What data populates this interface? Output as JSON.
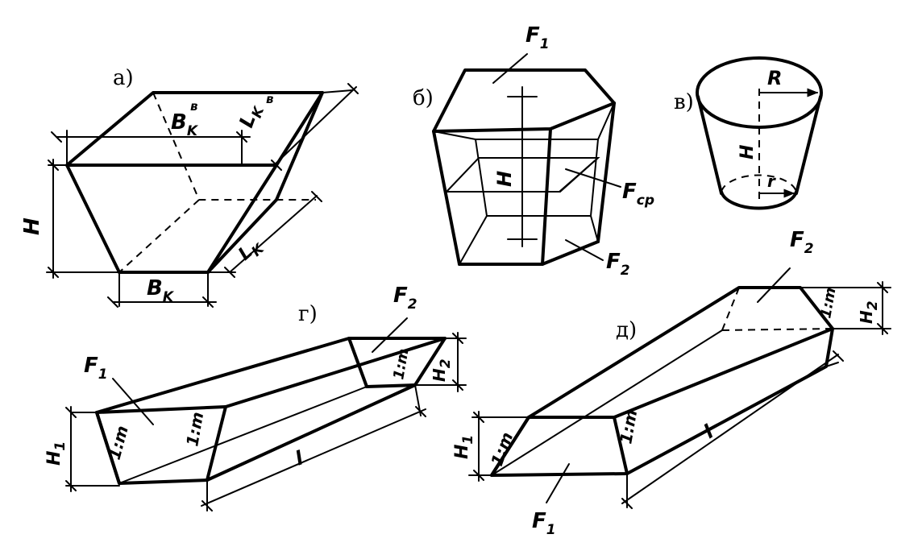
{
  "panels": {
    "a": {
      "label": "а)",
      "bk_top": "B",
      "bk_top_sub": "K",
      "bk_top_sup": "в",
      "lk_top": "L",
      "lk_top_sub": "K",
      "lk_top_sup": "в",
      "h": "H",
      "bk_bottom": "B",
      "bk_bottom_sub": "K",
      "lk_bottom": "L",
      "lk_bottom_sub": "K"
    },
    "b": {
      "label": "б)",
      "f1": "F",
      "f1_sub": "1",
      "h": "H",
      "fcp": "F",
      "fcp_sub": "cp",
      "f2": "F",
      "f2_sub": "2"
    },
    "v": {
      "label": "в)",
      "r_big": "R",
      "h": "H",
      "r_small": "r"
    },
    "g": {
      "label": "г)",
      "f1": "F",
      "f1_sub": "1",
      "f2": "F",
      "f2_sub": "2",
      "h1": "H",
      "h1_sub": "1",
      "h2": "H",
      "h2_sub": "2",
      "slope": "1:m",
      "l": "l"
    },
    "d": {
      "label": "д)",
      "f1": "F",
      "f1_sub": "1",
      "f2": "F",
      "f2_sub": "2",
      "h1": "H",
      "h1_sub": "1",
      "h2": "H",
      "h2_sub": "2",
      "slope": "1:m",
      "l": "l"
    }
  }
}
